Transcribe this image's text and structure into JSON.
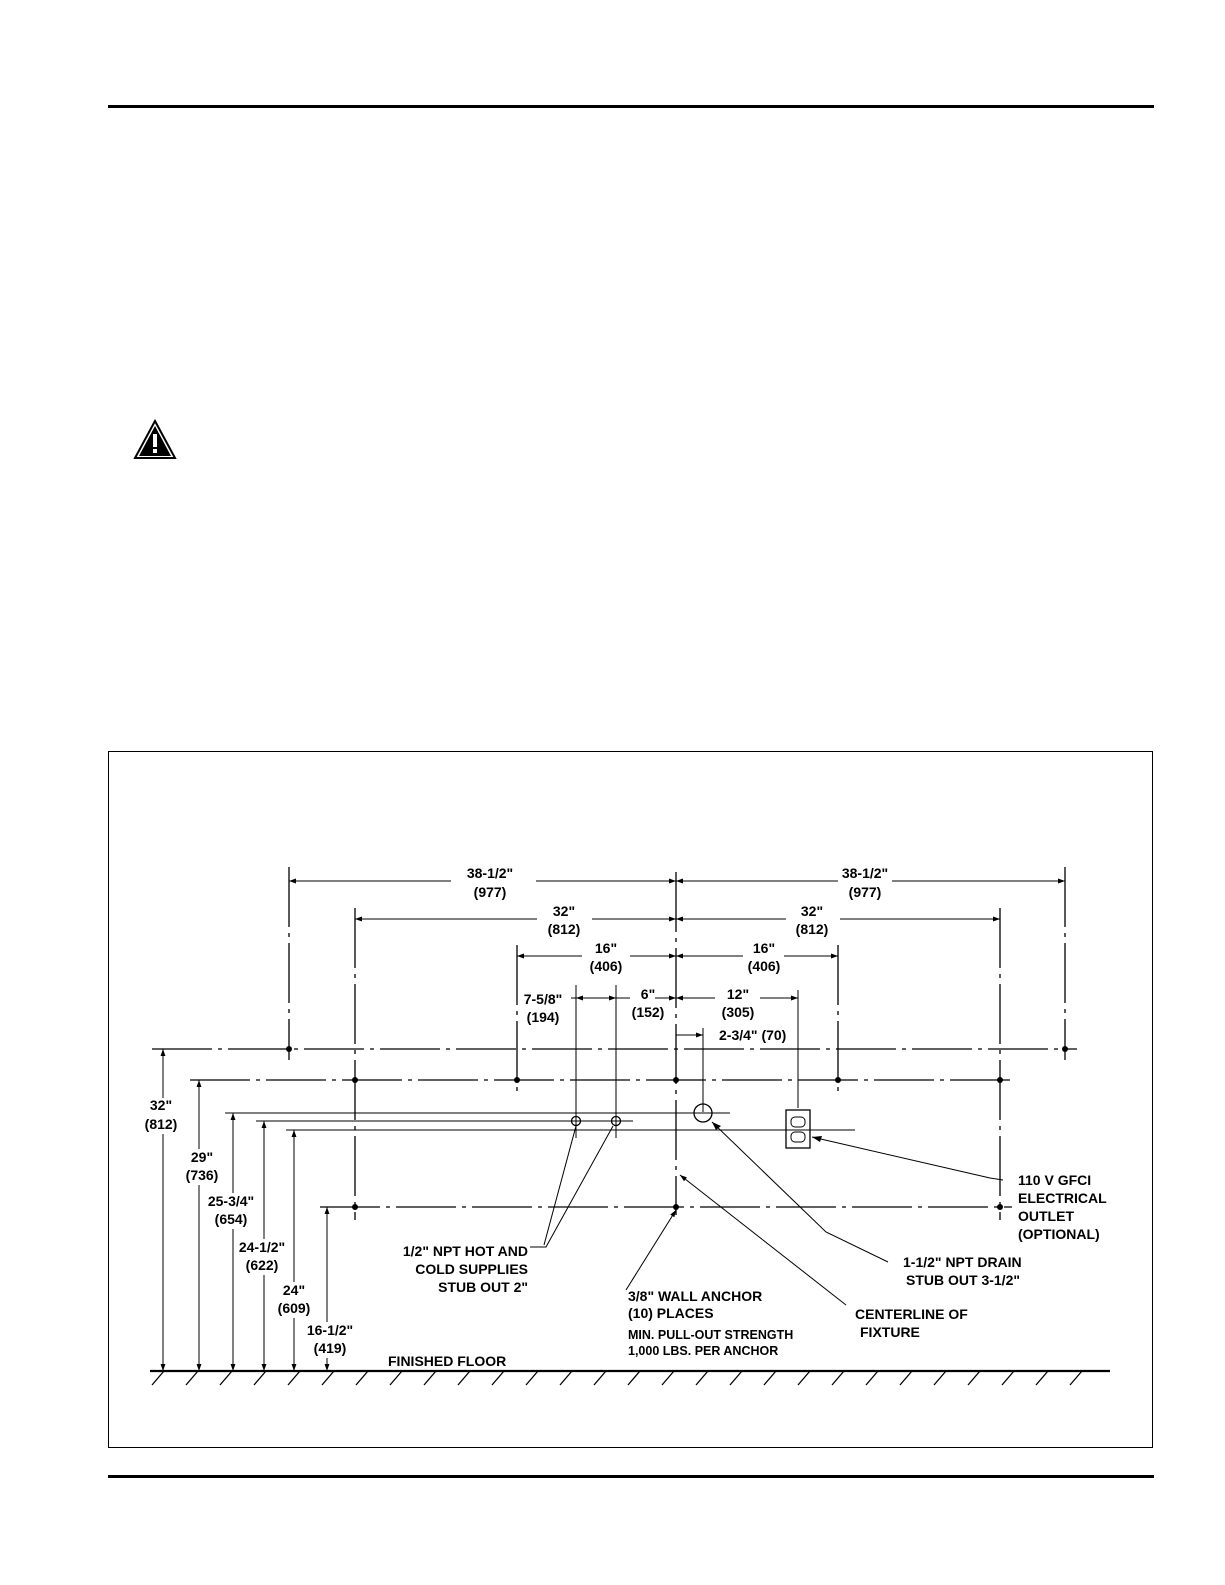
{
  "dimensions": {
    "overall_left": {
      "in": "38-1/2\"",
      "mm": "(977)"
    },
    "overall_right": {
      "in": "38-1/2\"",
      "mm": "(977)"
    },
    "mid_left": {
      "in": "32\"",
      "mm": "(812)"
    },
    "mid_right": {
      "in": "32\"",
      "mm": "(812)"
    },
    "inner_left": {
      "in": "16\"",
      "mm": "(406)"
    },
    "inner_right": {
      "in": "16\"",
      "mm": "(406)"
    },
    "supply_hot": {
      "in": "7-5/8\"",
      "mm": "(194)"
    },
    "supply_cold": {
      "in": "6\"",
      "mm": "(152)"
    },
    "outlet_offset": {
      "in": "12\"",
      "mm": "(305)"
    },
    "drain_offset": {
      "label": "2-3/4\" (70)"
    },
    "height_32": {
      "in": "32\"",
      "mm": "(812)"
    },
    "height_29": {
      "in": "29\"",
      "mm": "(736)"
    },
    "height_25_75": {
      "in": "25-3/4\"",
      "mm": "(654)"
    },
    "height_24_5": {
      "in": "24-1/2\"",
      "mm": "(622)"
    },
    "height_24": {
      "in": "24\"",
      "mm": "(609)"
    },
    "height_16_5": {
      "in": "16-1/2\"",
      "mm": "(419)"
    }
  },
  "callouts": {
    "supplies": [
      "1/2\" NPT HOT AND",
      "COLD SUPPLIES",
      "STUB OUT 2\""
    ],
    "anchor": [
      "3/8\" WALL ANCHOR",
      "(10) PLACES"
    ],
    "anchor_note": [
      "MIN. PULL-OUT STRENGTH",
      "1,000 LBS.  PER ANCHOR"
    ],
    "centerline": [
      "CENTERLINE OF",
      "FIXTURE"
    ],
    "drain": [
      "1-1/2\" NPT DRAIN",
      "STUB OUT 3-1/2\""
    ],
    "outlet": [
      "110 V GFCI",
      "ELECTRICAL",
      "OUTLET",
      "(OPTIONAL)"
    ],
    "floor": "FINISHED FLOOR"
  }
}
